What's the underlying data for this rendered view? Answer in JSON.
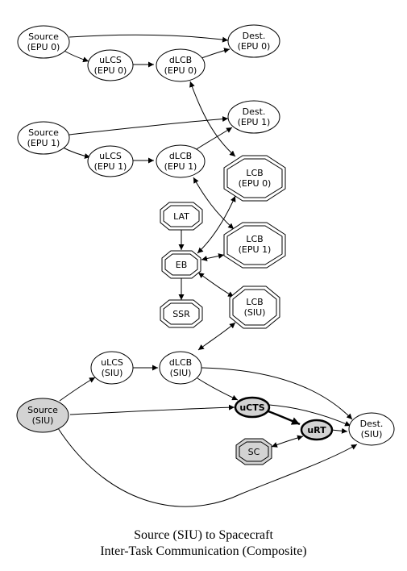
{
  "nodes": {
    "source_epu0": {
      "line1": "Source",
      "line2": "(EPU 0)"
    },
    "dest_epu0": {
      "line1": "Dest.",
      "line2": "(EPU 0)"
    },
    "ulcs_epu0": {
      "line1": "uLCS",
      "line2": "(EPU 0)"
    },
    "dlcb_epu0": {
      "line1": "dLCB",
      "line2": "(EPU 0)"
    },
    "source_epu1": {
      "line1": "Source",
      "line2": "(EPU 1)"
    },
    "dest_epu1": {
      "line1": "Dest.",
      "line2": "(EPU 1)"
    },
    "ulcs_epu1": {
      "line1": "uLCS",
      "line2": "(EPU 1)"
    },
    "dlcb_epu1": {
      "line1": "dLCB",
      "line2": "(EPU 1)"
    },
    "lcb_epu0": {
      "line1": "LCB",
      "line2": "(EPU 0)"
    },
    "lat": {
      "line1": "LAT"
    },
    "lcb_epu1": {
      "line1": "LCB",
      "line2": "(EPU 1)"
    },
    "eb": {
      "line1": "EB"
    },
    "ssr": {
      "line1": "SSR"
    },
    "lcb_siu": {
      "line1": "LCB",
      "line2": "(SIU)"
    },
    "ulcs_siu": {
      "line1": "uLCS",
      "line2": "(SIU)"
    },
    "dlcb_siu": {
      "line1": "dLCB",
      "line2": "(SIU)"
    },
    "source_siu": {
      "line1": "Source",
      "line2": "(SIU)"
    },
    "ucts": {
      "line1": "uCTS"
    },
    "urt": {
      "line1": "uRT"
    },
    "dest_siu": {
      "line1": "Dest.",
      "line2": "(SIU)"
    },
    "sc": {
      "line1": "SC"
    }
  },
  "colors": {
    "default_fill": "#ffffff",
    "highlight_fill": "#d3d3d3",
    "stroke": "#000000"
  },
  "caption": {
    "line1": "Source (SIU) to Spacecraft",
    "line2": "Inter-Task Communication (Composite)"
  }
}
